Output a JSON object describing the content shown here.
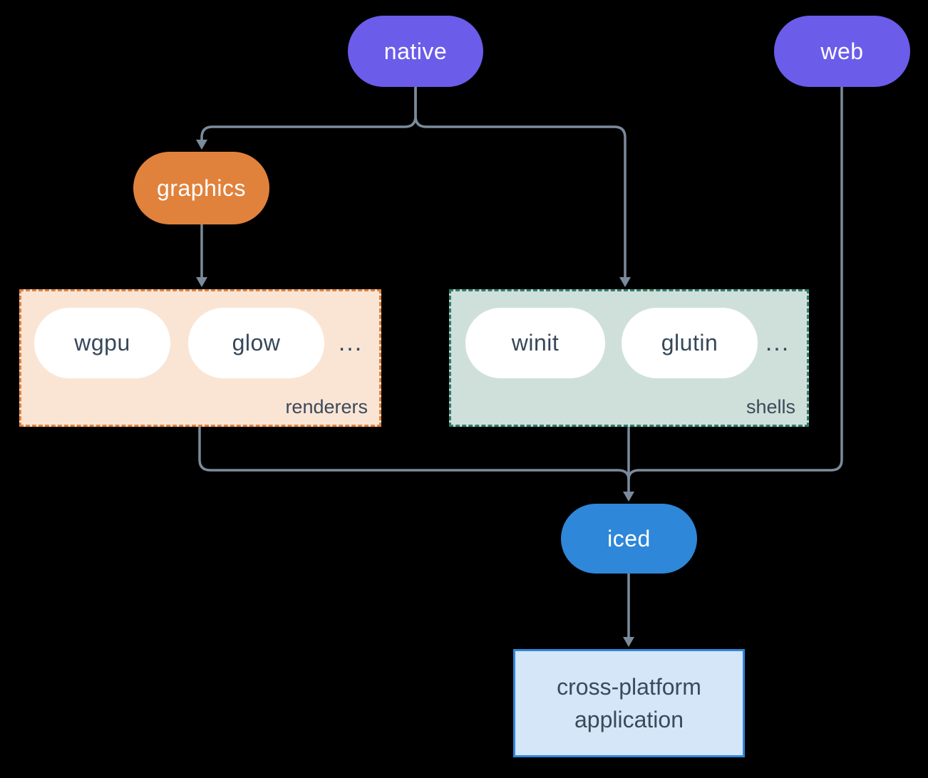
{
  "nodes": {
    "native": {
      "label": "native",
      "color": "#6b5ce9"
    },
    "web": {
      "label": "web",
      "color": "#6b5ce9"
    },
    "graphics": {
      "label": "graphics",
      "color": "#e0823c"
    },
    "iced": {
      "label": "iced",
      "color": "#2e87d8"
    },
    "application": {
      "label": "cross-platform application",
      "fill": "#d4e6f8",
      "border": "#2e87d8"
    }
  },
  "groups": {
    "renderers": {
      "label": "renderers",
      "fill": "#fae5d5",
      "border": "#e0823c",
      "items": [
        "wgpu",
        "glow"
      ],
      "ellipsis": "..."
    },
    "shells": {
      "label": "shells",
      "fill": "#cfe0da",
      "border": "#2f7d6c",
      "items": [
        "winit",
        "glutin"
      ],
      "ellipsis": "..."
    }
  },
  "colors": {
    "connector": "#7b8b9b",
    "pill_text": "#ffffff",
    "dark_text": "#36485a",
    "background": "#000000"
  }
}
